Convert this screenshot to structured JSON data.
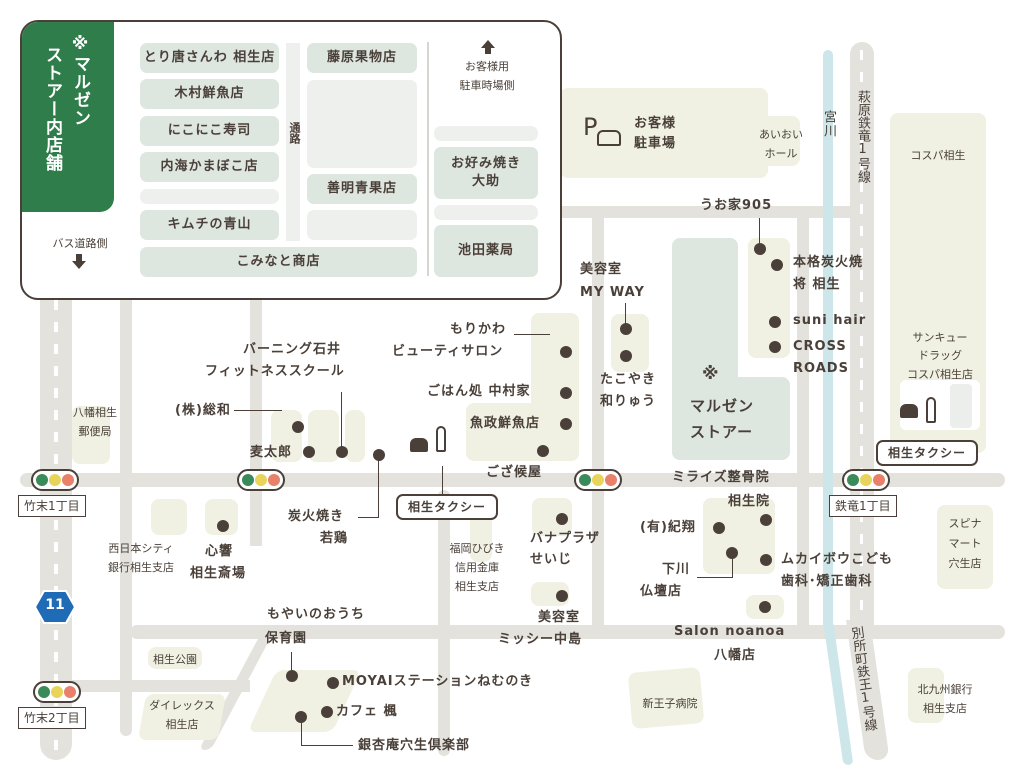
{
  "inset": {
    "title_line1": "※マルゼン",
    "title_line2": "ストアー内店舗",
    "bus_side": "バス道路側",
    "parking_side_line1": "お客様用",
    "parking_side_line2": "駐車時場側",
    "aisle": "通路",
    "shops": {
      "torikara": "とり唐さんわ 相生店",
      "kimura": "木村鮮魚店",
      "nikoniko": "にこにこ寿司",
      "utsumi": "内海かまぼこ店",
      "kimuchi": "キムチの青山",
      "kominato": "こみなと商店",
      "fujiwara": "藤原果物店",
      "zenmei": "善明青果店",
      "okonomi_line1": "お好み焼き",
      "okonomi_line2": "大助",
      "ikeda": "池田薬局"
    }
  },
  "landmarks": {
    "parking_line1": "お客様",
    "parking_line2": "駐車場",
    "parking_icon": "P",
    "aioi_line1": "あいおい",
    "aioi_line2": "ホール",
    "miyagawa": "宮川",
    "route_hagihara": "萩原鉄竜1号線",
    "cosupa": "コスパ相生",
    "uoya": "うお家905",
    "honkaku_line1": "本格炭火焼",
    "honkaku_line2": "将 相生",
    "suni": "suni hair",
    "cross_line1": "CROSS",
    "cross_line2": "ROADS",
    "thankyou_line1": "サンキュー",
    "thankyou_line2": "ドラッグ",
    "thankyou_line3": "コスパ相生店",
    "myway_line1": "美容室",
    "myway_line2": "MY WAY",
    "takoyaki_line1": "たこやき",
    "takoyaki_line2": "和りゅう",
    "maruzen_mark": "※",
    "maruzen_line1": "マルゼン",
    "maruzen_line2": "ストアー",
    "morikawa_line1": "もりかわ",
    "morikawa_line2": "ビューティサロン",
    "gohan": "ごはん処 中村家",
    "uomasa": "魚政鮮魚店",
    "gozasoro": "ござ候屋",
    "burning_line1": "バーニング石井",
    "burning_line2": "フィットネススクール",
    "sowa": "(株)総和",
    "mugitaro": "麦太郎",
    "yawata_post_line1": "八幡相生",
    "yawata_post_line2": "郵便局",
    "sumibi_line1": "炭火焼き",
    "sumibi_line2": "若鶏",
    "nishinihon_line1": "西日本シティ",
    "nishinihon_line2": "銀行相生支店",
    "shinkyo_line1": "心響",
    "shinkyo_line2": "相生斎場",
    "fukuoka_line1": "福岡ひびき",
    "fukuoka_line2": "信用金庫",
    "fukuoka_line3": "相生支店",
    "banana_line1": "バナプラザ",
    "banana_line2": "せいじ",
    "missy_line1": "美容室",
    "missy_line2": "ミッシー中島",
    "miraizu_line1": "ミライズ整骨院",
    "miraizu_line2": "相生院",
    "kisho": "(有)紀翔",
    "shimokawa_line1": "下川",
    "shimokawa_line2": "仏壇店",
    "mukaibo_line1": "ムカイボウこども",
    "mukaibo_line2": "歯科･矯正歯科",
    "salon_line1": "Salon noanoa",
    "salon_line2": "八幡店",
    "spina_line1": "スピナ",
    "spina_line2": "マート",
    "spina_line3": "穴生店",
    "moyai_line1": "もやいのおうち",
    "moyai_line2": "保育園",
    "moyai_station": "MOYAIステーションねむのき",
    "cafe": "カフェ 楓",
    "ginkyoan": "銀杏庵穴生倶楽部",
    "aioi_park": "相生公園",
    "direx_line1": "ダイレックス",
    "direx_line2": "相生店",
    "shinoji": "新王子病院",
    "route_bessho": "別所町鉄王1号線",
    "kitakyu_line1": "北九州銀行",
    "kitakyu_line2": "相生支店"
  },
  "tags": {
    "taxi1": "相生タクシー",
    "taxi2": "相生タクシー",
    "takesue1": "竹末1丁目",
    "takesue2": "竹末2丁目",
    "tetsuryu1": "鉄竜1丁目",
    "route_number": "11"
  },
  "colors": {
    "inset_green": "#2e7d4a",
    "signal_green": "#3b8a5a",
    "signal_yellow": "#e8d45a",
    "signal_red": "#e8806a",
    "river": "#cde6ea",
    "road": "#e3e2dd",
    "route_blue": "#1f6bb5",
    "text": "#4a4039"
  }
}
